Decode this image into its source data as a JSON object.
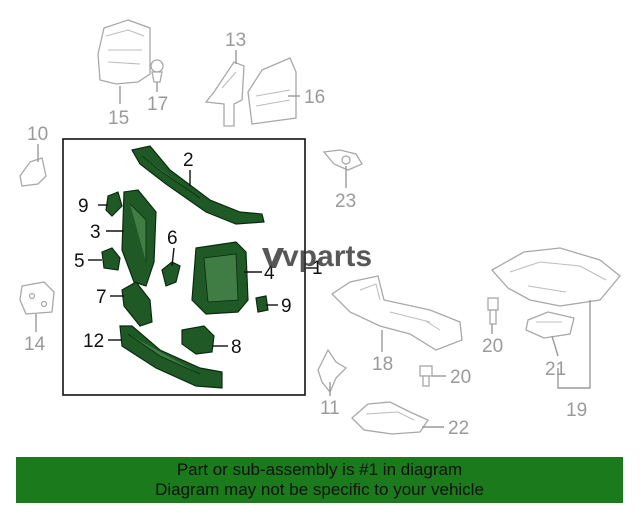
{
  "callouts": {
    "c1": "1",
    "c2": "2",
    "c3": "3",
    "c4": "4",
    "c5": "5",
    "c6": "6",
    "c7": "7",
    "c8": "8",
    "c9a": "9",
    "c9b": "9",
    "c10": "10",
    "c11": "11",
    "c12": "12",
    "c13": "13",
    "c14": "14",
    "c15": "15",
    "c16": "16",
    "c17": "17",
    "c18": "18",
    "c19": "19",
    "c20a": "20",
    "c20b": "20",
    "c21": "21",
    "c22": "22",
    "c23": "23"
  },
  "watermark": {
    "text": "vparts"
  },
  "banner": {
    "line1": "Part or sub-assembly is #1 in diagram",
    "line2": "Diagram may not be specific to your vehicle"
  },
  "colors": {
    "highlight_part": "#1f5a26",
    "banner_bg": "#1b7a1c",
    "gray_line": "#9a9a9a"
  }
}
